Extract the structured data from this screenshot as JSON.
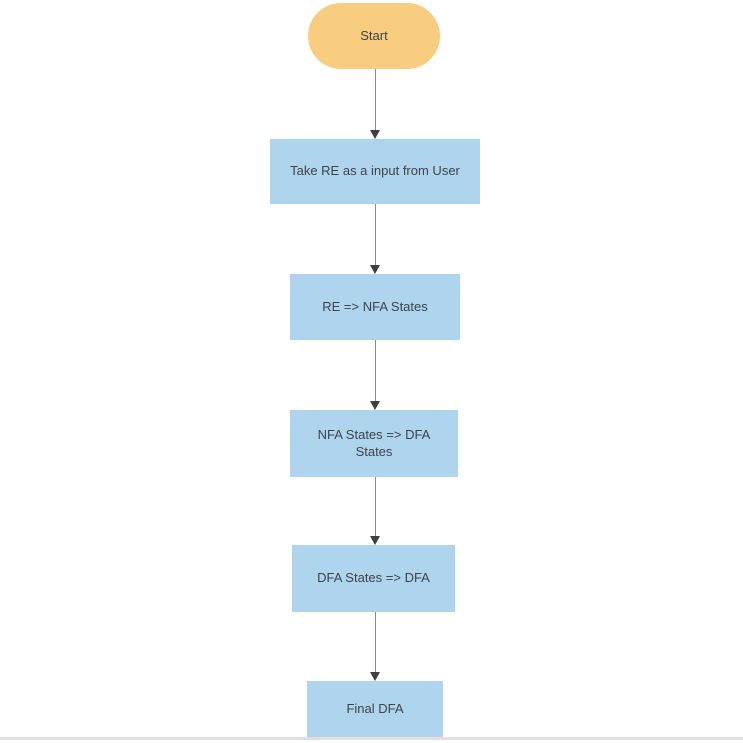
{
  "diagram": {
    "type": "flowchart",
    "orientation": "top-down",
    "nodes": [
      {
        "id": "start",
        "label": "Start",
        "shape": "terminal",
        "fill": "#f8cd80"
      },
      {
        "id": "take-input",
        "label": "Take RE as a input from User",
        "shape": "process",
        "fill": "#aed4ee"
      },
      {
        "id": "re-to-nfa",
        "label": "RE => NFA States",
        "shape": "process",
        "fill": "#aed4ee"
      },
      {
        "id": "nfa-to-dfa-states",
        "label": "NFA States => DFA States",
        "shape": "process",
        "fill": "#aed4ee"
      },
      {
        "id": "dfa-states-to-dfa",
        "label": "DFA States => DFA",
        "shape": "process",
        "fill": "#aed4ee"
      },
      {
        "id": "final-dfa",
        "label": "Final DFA",
        "shape": "process",
        "fill": "#aed4ee"
      }
    ],
    "edges": [
      {
        "from": "start",
        "to": "take-input",
        "direction": "down"
      },
      {
        "from": "take-input",
        "to": "re-to-nfa",
        "direction": "down"
      },
      {
        "from": "re-to-nfa",
        "to": "nfa-to-dfa-states",
        "direction": "down"
      },
      {
        "from": "nfa-to-dfa-states",
        "to": "dfa-states-to-dfa",
        "direction": "down"
      },
      {
        "from": "dfa-states-to-dfa",
        "to": "final-dfa",
        "direction": "down"
      }
    ],
    "colors": {
      "background": "#ffffff",
      "terminal_fill": "#f8cd80",
      "process_fill": "#aed4ee",
      "connector_line": "#8a8a8a",
      "arrowhead": "#3f3f3f",
      "text": "#3d434a",
      "bottom_rule": "#e5dde0"
    }
  }
}
